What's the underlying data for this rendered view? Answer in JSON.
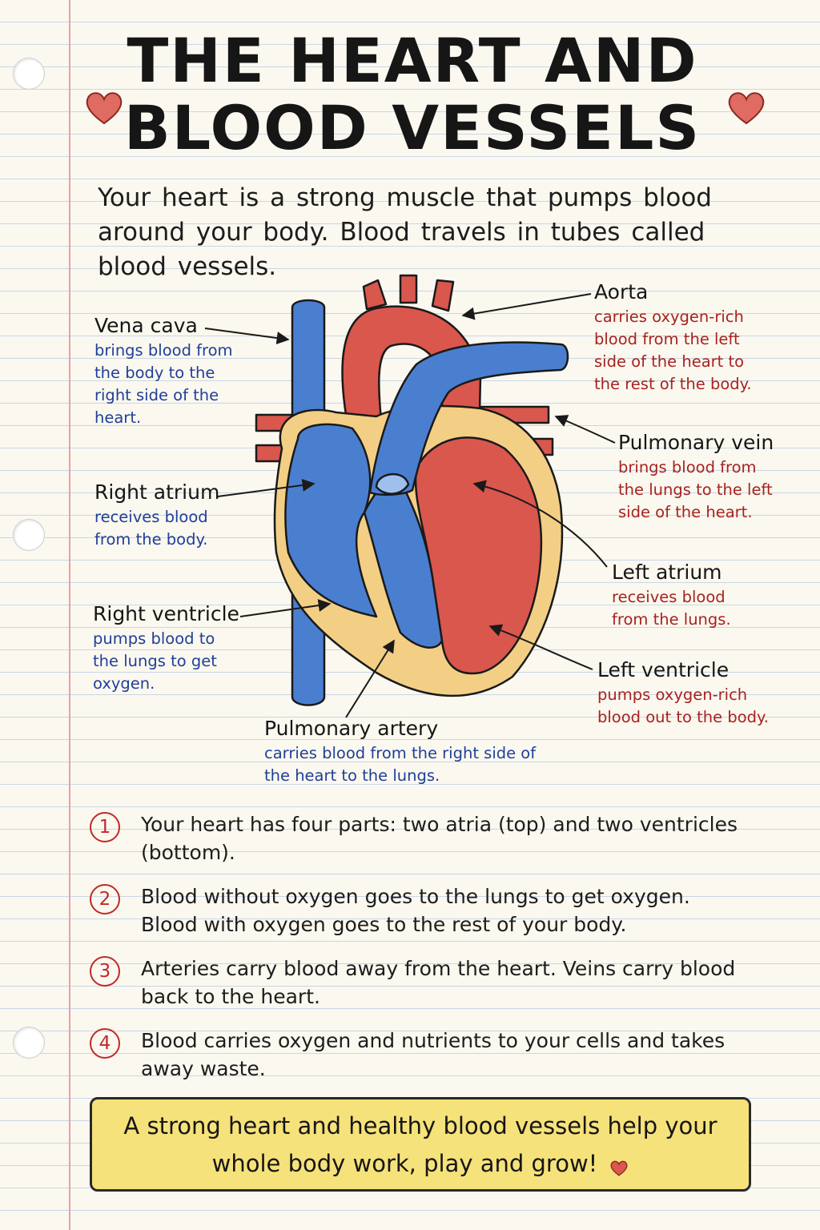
{
  "title": {
    "line1": "THE HEART AND",
    "line2": "BLOOD VESSELS"
  },
  "intro": "Your heart is a strong muscle that pumps blood around your body. Blood travels in tubes called blood vessels.",
  "labels": {
    "vena_cava": {
      "name": "Vena cava",
      "desc": "brings blood from the body to the right side of the heart."
    },
    "right_atrium": {
      "name": "Right atrium",
      "desc": "receives blood from the body."
    },
    "right_ventricle": {
      "name": "Right ventricle",
      "desc": "pumps blood to the lungs to get oxygen."
    },
    "pulmonary_artery": {
      "name": "Pulmonary artery",
      "desc": "carries blood from the right side of the heart to the lungs."
    },
    "aorta": {
      "name": "Aorta",
      "desc": "carries oxygen-rich blood from the left side of the heart to the rest of the body."
    },
    "pulmonary_vein": {
      "name": "Pulmonary vein",
      "desc": "brings blood from the lungs to the left side of the heart."
    },
    "left_atrium": {
      "name": "Left atrium",
      "desc": "receives blood from the lungs."
    },
    "left_ventricle": {
      "name": "Left ventricle",
      "desc": "pumps oxygen-rich blood out to the body."
    }
  },
  "facts": [
    {
      "number": "1",
      "text": "Your heart has four parts: two atria (top) and two ventricles (bottom)."
    },
    {
      "number": "2",
      "text": "Blood without oxygen goes to the lungs to get oxygen. Blood with oxygen goes to the rest of your body."
    },
    {
      "number": "3",
      "text": "Arteries carry blood away from the heart. Veins carry blood back to the heart."
    },
    {
      "number": "4",
      "text": "Blood carries oxygen and nutrients to your cells and takes away waste."
    }
  ],
  "banner": "A strong heart and healthy blood vessels help your whole body work, play and grow!",
  "colors": {
    "deoxygenated": "#4a7fd0",
    "oxygenated": "#d9574d",
    "muscle_wall": "#f3cf86",
    "desc_blue": "#1f3f9a",
    "desc_red": "#a8221f",
    "number_red": "#c02a2a",
    "banner_fill": "#f6e27a",
    "heart_icon": "#d9574d"
  },
  "icons": [
    "heart-icon",
    "arrow-icon"
  ]
}
